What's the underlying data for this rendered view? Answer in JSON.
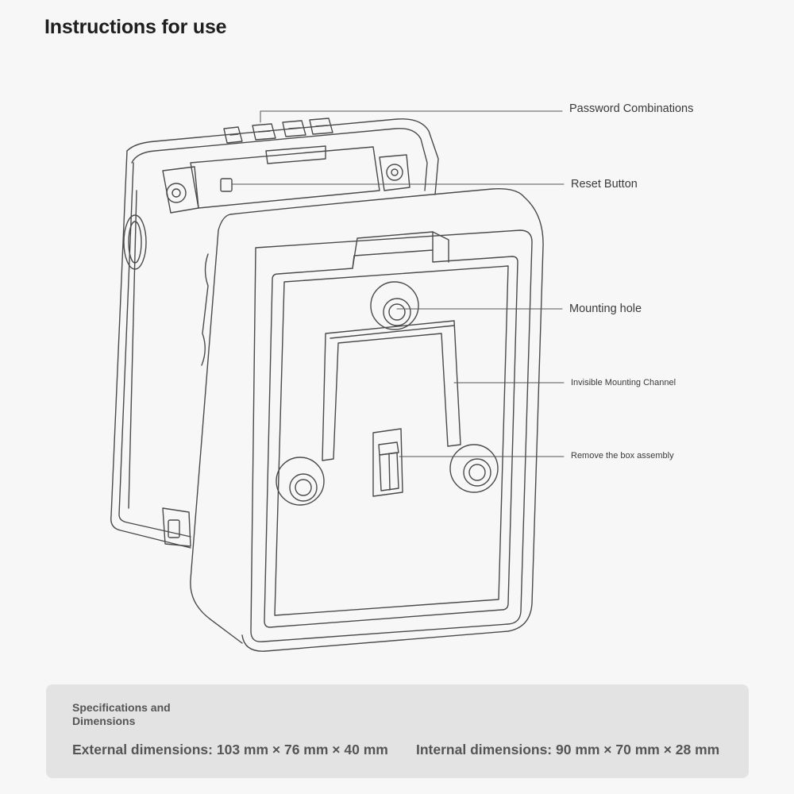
{
  "page": {
    "title": "Instructions for use"
  },
  "callouts": [
    {
      "id": "password",
      "label": "Password Combinations"
    },
    {
      "id": "reset",
      "label": "Reset Button"
    },
    {
      "id": "mounting-hole",
      "label": "Mounting hole"
    },
    {
      "id": "channel",
      "label": "Invisible Mounting Channel"
    },
    {
      "id": "remove",
      "label": "Remove the box assembly"
    }
  ],
  "specs": {
    "title": "Specifications and Dimensions",
    "external": "External dimensions: 103 mm × 76 mm × 40 mm",
    "internal": "Internal dimensions: 90 mm × 70 mm × 28 mm"
  },
  "colors": {
    "background": "#f7f7f7",
    "line": "#4a4a4a",
    "panel": "#e3e3e3"
  }
}
